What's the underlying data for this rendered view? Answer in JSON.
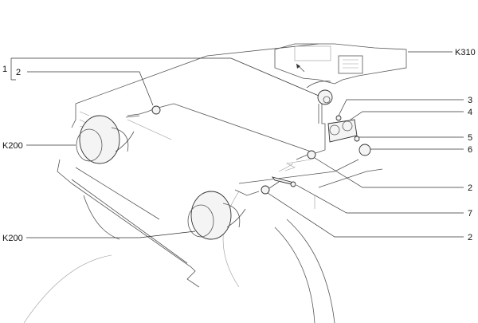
{
  "title": "Fog lamp wiring and switch parts diagram",
  "callouts": {
    "group_1": "1",
    "left_2": "2",
    "k200_upper": "K200",
    "k200_lower": "K200",
    "k310": "K310",
    "item_3": "3",
    "item_4": "4",
    "item_5": "5",
    "item_6": "6",
    "right_2_upper": "2",
    "item_7": "7",
    "right_2_lower": "2"
  }
}
